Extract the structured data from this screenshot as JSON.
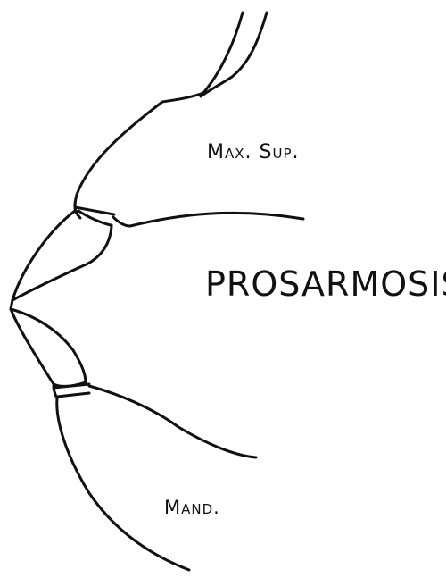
{
  "figure": {
    "title": "PROSARMOSIS",
    "labels": {
      "upper": "Max. Sup.",
      "lower": "Mand."
    },
    "colors": {
      "ink": "#111111",
      "paper": "#ffffff"
    }
  }
}
